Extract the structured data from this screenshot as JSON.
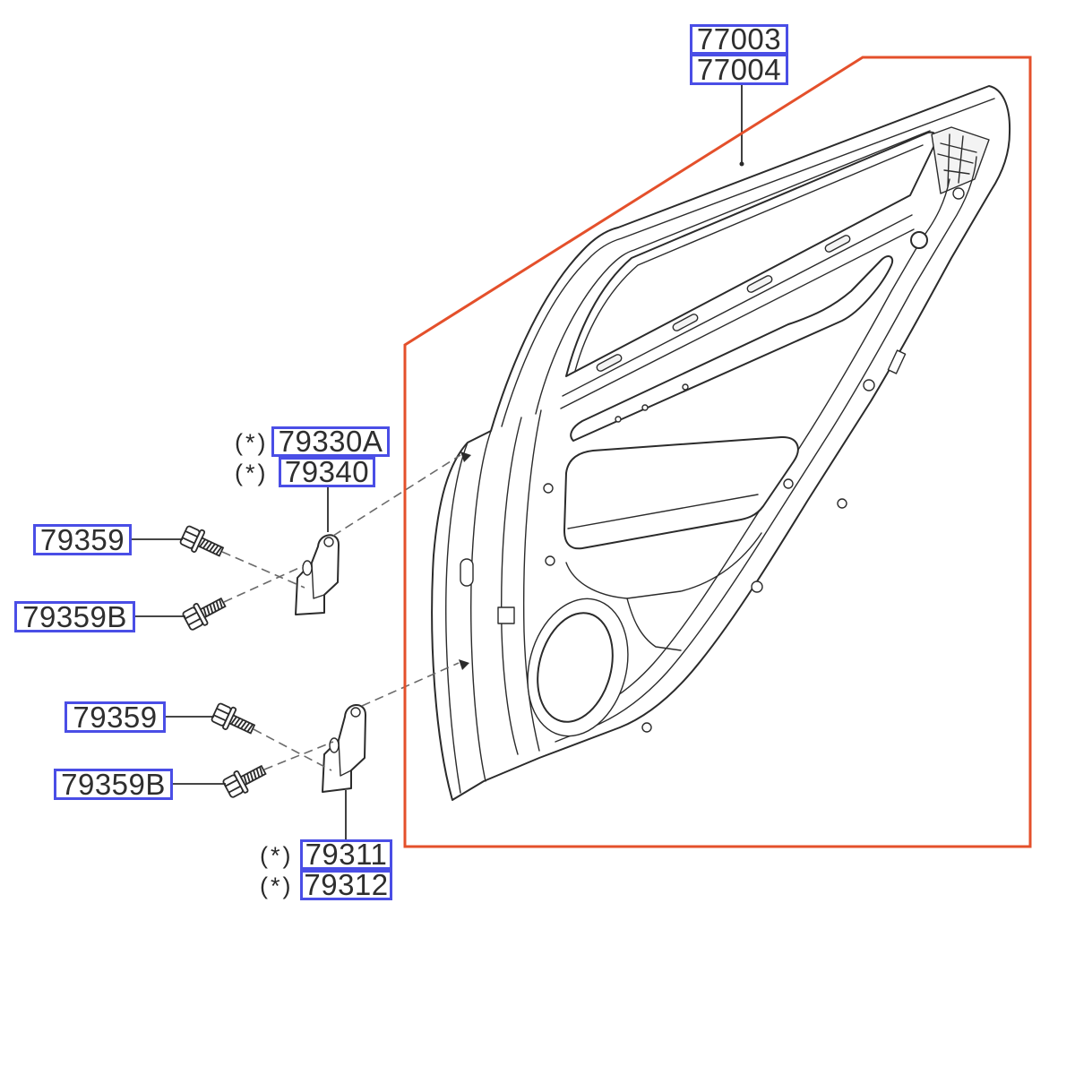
{
  "diagram": {
    "marker": "(*)",
    "colors": {
      "highlight": "#e4502b",
      "label_border": "#4a4ee6",
      "line": "#2b2b2b"
    },
    "callouts": [
      {
        "number": "77003"
      },
      {
        "number": "77004"
      },
      {
        "number": "79330A"
      },
      {
        "number": "79340"
      },
      {
        "number": "79359"
      },
      {
        "number": "79359B"
      },
      {
        "number": "79359"
      },
      {
        "number": "79359B"
      },
      {
        "number": "79311"
      },
      {
        "number": "79312"
      }
    ]
  }
}
